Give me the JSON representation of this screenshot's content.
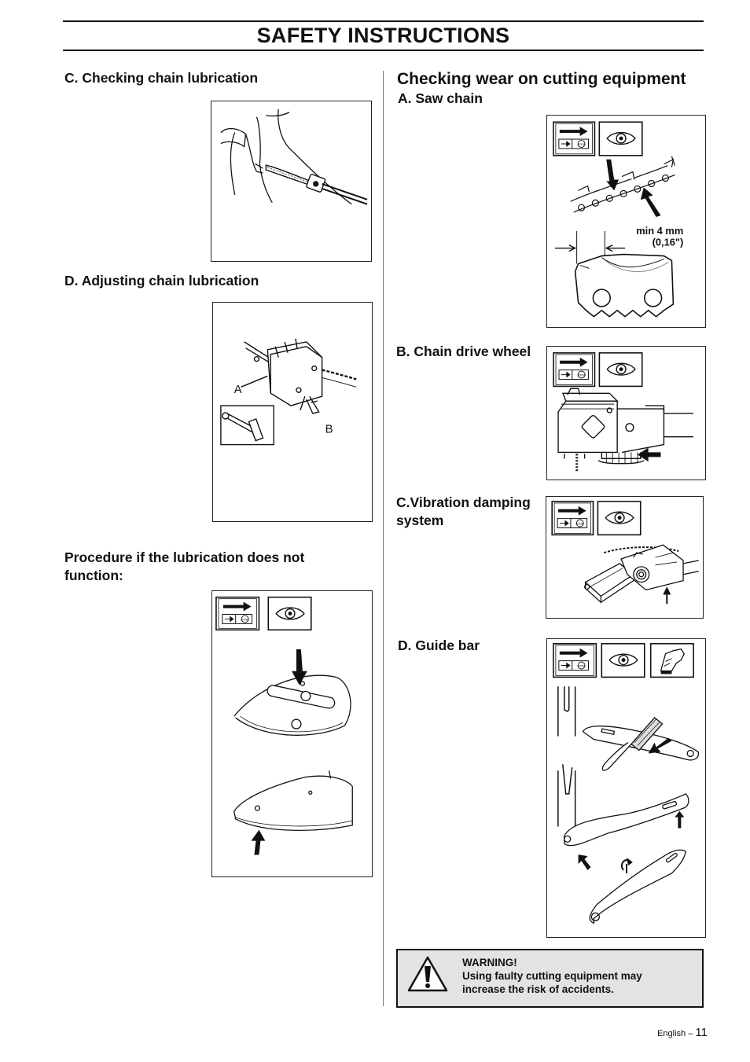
{
  "page": {
    "title": "SAFETY INSTRUCTIONS",
    "footer_label": "English –",
    "footer_page": "11"
  },
  "left": {
    "c_heading": "C. Checking chain lubrication",
    "d_heading": "D. Adjusting chain lubrication",
    "d_label_a": "A",
    "d_label_b": "B",
    "procedure_heading_line1": "Procedure if the lubrication does not",
    "procedure_heading_line2": "function:"
  },
  "right": {
    "main_heading": "Checking wear on cutting equipment",
    "a_heading": "A. Saw chain",
    "a_min_line1": "min 4 mm",
    "a_min_line2": "(0,16\")",
    "b_heading": "B. Chain drive wheel",
    "c_heading_line1": "C.Vibration damping",
    "c_heading_line2": "system",
    "d_heading": "D. Guide bar"
  },
  "warning": {
    "title": "WARNING!",
    "line1": "Using faulty cutting equipment may",
    "line2": "increase the risk of accidents."
  },
  "icons": {
    "stop_text": "STOP"
  }
}
